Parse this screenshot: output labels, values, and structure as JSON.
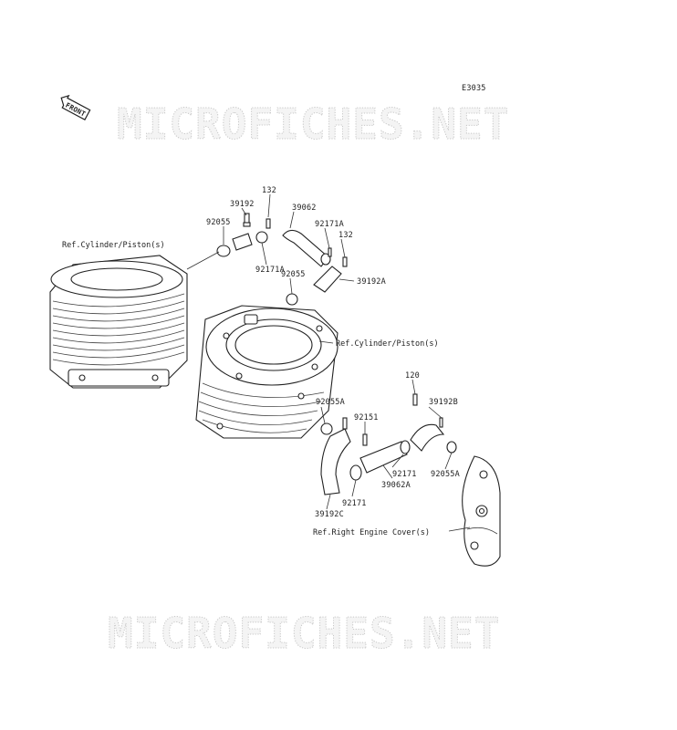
{
  "diagram_code": "E3035",
  "front_badge": "FRONT",
  "watermark": {
    "top": "MICROFICHES.NET",
    "bottom": "MICROFICHES.NET"
  },
  "labels": {
    "p132a": "132",
    "p39192a_top": "39192",
    "p92055a": "92055",
    "p39062": "39062",
    "p92171A_top": "92171A",
    "p132b": "132",
    "p92171A_bottom": "92171A",
    "p92055b": "92055",
    "p39192A": "39192A",
    "p120": "120",
    "p92055A_left": "92055A",
    "p39192B": "39192B",
    "p92151": "92151",
    "p92171_right": "92171",
    "p92055A_right": "92055A",
    "p39062A": "39062A",
    "p92171_bottom": "92171",
    "p39192C": "39192C"
  },
  "references": {
    "cyl_left": "Ref.Cylinder/Piston(s)",
    "cyl_right": "Ref.Cylinder/Piston(s)",
    "engine_cover": "Ref.Right Engine Cover(s)"
  }
}
